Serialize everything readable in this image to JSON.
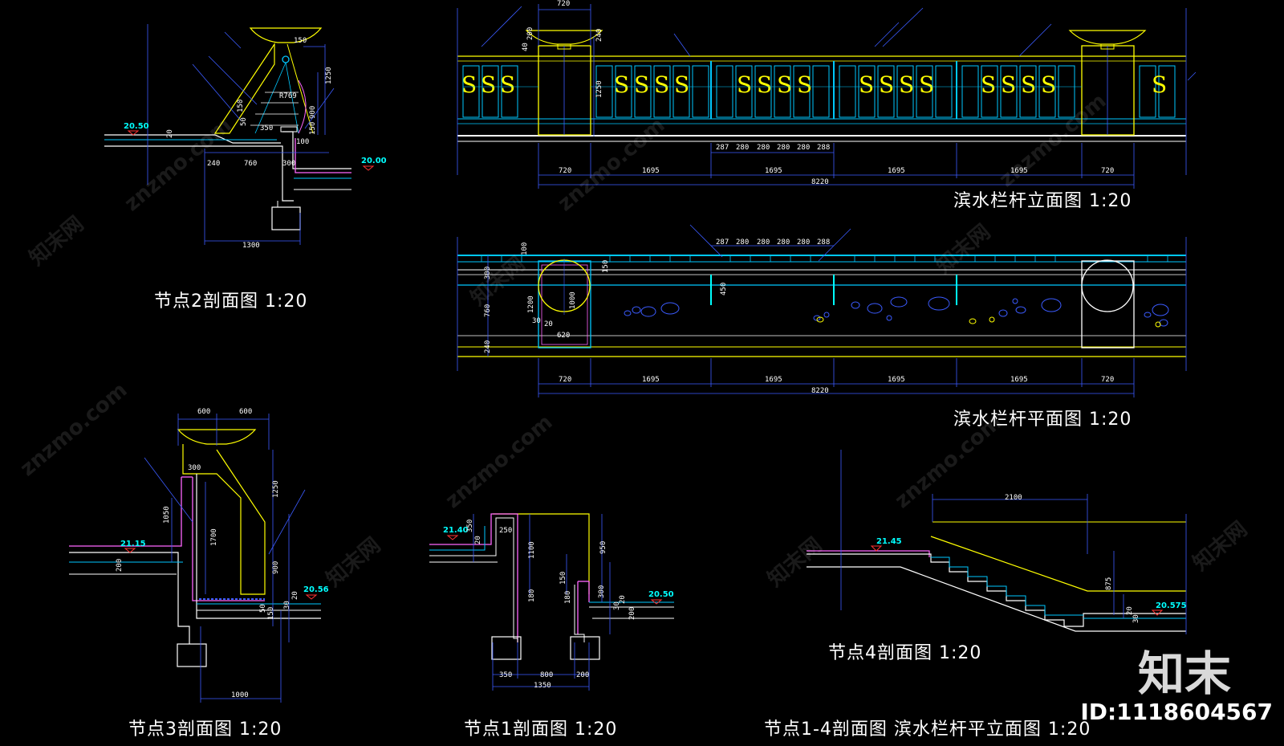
{
  "titles": {
    "node2": "节点2剖面图 1:20",
    "elevation": "滨水栏杆立面图 1:20",
    "plan": "滨水栏杆平面图 1:20",
    "node3": "节点3剖面图 1:20",
    "node1": "节点1剖面图 1:20",
    "node4": "节点4剖面图 1:20",
    "bottom": "节点1-4剖面图    滨水栏杆平立面图 1:20"
  },
  "levels": {
    "node2_left": "20.50",
    "node2_right": "20.00",
    "node3_left": "21.15",
    "node3_right": "20.56",
    "node1_left": "21.40",
    "node1_right": "20.50",
    "node4_left": "21.45",
    "node4_right": "20.575"
  },
  "elevation": {
    "total": "8220",
    "segments": [
      "720",
      "1695",
      "1695",
      "1695",
      "1695",
      "720"
    ],
    "spacing": [
      "287",
      "280",
      "280",
      "280",
      "280",
      "288"
    ],
    "top_width": "720",
    "post_dims": [
      "200",
      "40",
      "240",
      "1250"
    ]
  },
  "plan": {
    "total": "8220",
    "segments": [
      "720",
      "1695",
      "1695",
      "1695",
      "1695",
      "720"
    ],
    "spacing": [
      "287",
      "280",
      "280",
      "280",
      "280",
      "288"
    ],
    "side": [
      "100",
      "300",
      "760",
      "240"
    ],
    "post": [
      "150",
      "1200",
      "1000",
      "620",
      "30",
      "20",
      "450"
    ]
  },
  "node2": {
    "dims": [
      "150",
      "1250",
      "900",
      "150",
      "150",
      "50",
      "350",
      "R769",
      "100",
      "240",
      "760",
      "300",
      "1300",
      "20"
    ]
  },
  "node3": {
    "dims": [
      "600",
      "600",
      "300",
      "1050",
      "1700",
      "1250",
      "900",
      "200",
      "20",
      "30",
      "50",
      "150",
      "1000"
    ]
  },
  "node1": {
    "dims": [
      "350",
      "250",
      "20",
      "1100",
      "180",
      "950",
      "150",
      "180",
      "300",
      "30",
      "20",
      "200",
      "350",
      "800",
      "200",
      "1350"
    ]
  },
  "node4": {
    "dims": [
      "2100",
      "875",
      "20",
      "30"
    ]
  },
  "watermark": {
    "site": "znzmo.com",
    "brand": "知末网",
    "logo": "知末",
    "id": "ID:1118604567"
  }
}
